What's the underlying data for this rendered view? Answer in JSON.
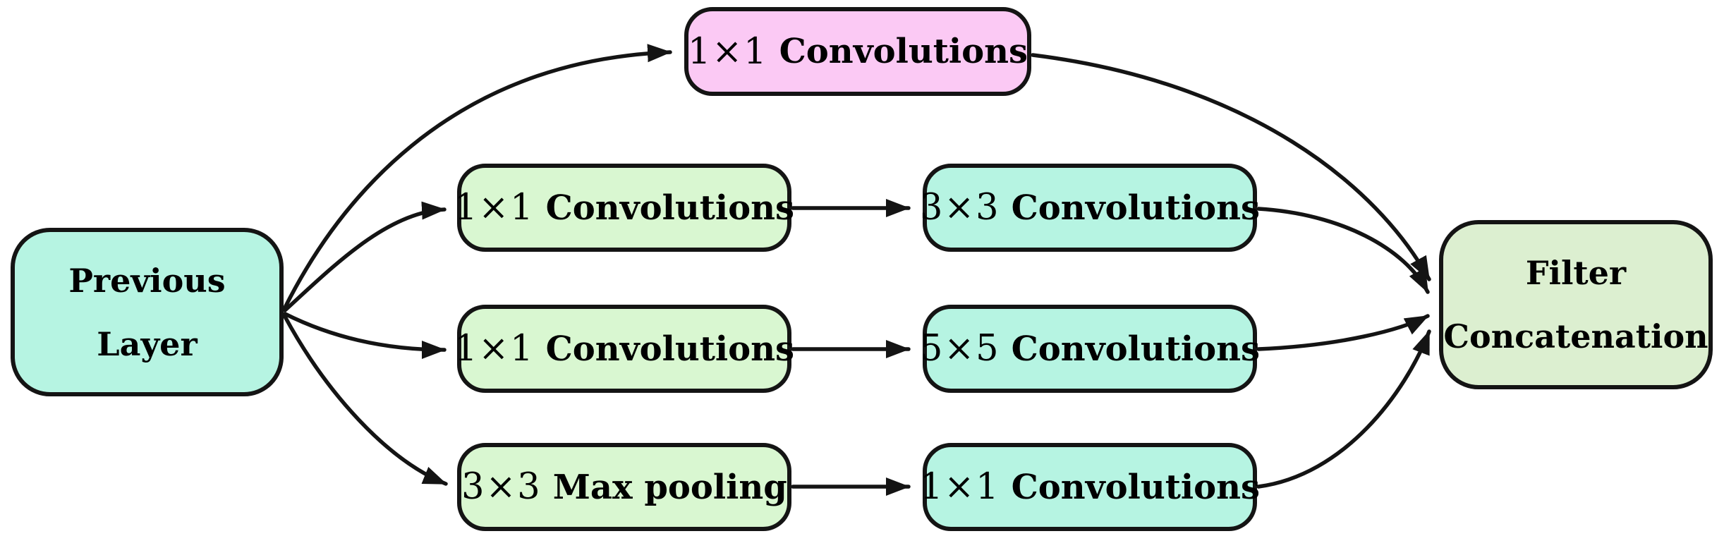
{
  "diagram": {
    "type": "flow",
    "description": "Inception module block diagram"
  },
  "colors": {
    "teal": "#b6f4e2",
    "pink": "#fbc9f4",
    "green": "#d9f7d1",
    "concat_green": "#dcefd0",
    "border": "#141414",
    "edge": "#141414",
    "background": "#ffffff"
  },
  "nodes": {
    "previous_layer": {
      "line1": "Previous",
      "line2": "Layer"
    },
    "branch_top": {
      "prefix": "1×1",
      "label": "Convolutions"
    },
    "row2_left": {
      "prefix": "1×1",
      "label": "Convolutions"
    },
    "row2_right": {
      "prefix": "3×3",
      "label": "Convolutions"
    },
    "row3_left": {
      "prefix": "1×1",
      "label": "Convolutions"
    },
    "row3_right": {
      "prefix": "5×5",
      "label": "Convolutions"
    },
    "row4_left": {
      "prefix": "3×3",
      "label": "Max pooling"
    },
    "row4_right": {
      "prefix": "1×1",
      "label": "Convolutions"
    },
    "filter_concatenation": {
      "line1": "Filter",
      "line2": "Concatenation"
    }
  },
  "edges": [
    {
      "from": "previous-layer",
      "to": "branch-top-1x1-convolutions"
    },
    {
      "from": "previous-layer",
      "to": "row2-1x1-convolutions"
    },
    {
      "from": "previous-layer",
      "to": "row3-1x1-convolutions"
    },
    {
      "from": "previous-layer",
      "to": "row4-3x3-max-pooling"
    },
    {
      "from": "row2-1x1-convolutions",
      "to": "row2-3x3-convolutions"
    },
    {
      "from": "row3-1x1-convolutions",
      "to": "row3-5x5-convolutions"
    },
    {
      "from": "row4-3x3-max-pooling",
      "to": "row4-1x1-convolutions"
    },
    {
      "from": "branch-top-1x1-convolutions",
      "to": "filter-concatenation"
    },
    {
      "from": "row2-3x3-convolutions",
      "to": "filter-concatenation"
    },
    {
      "from": "row3-5x5-convolutions",
      "to": "filter-concatenation"
    },
    {
      "from": "row4-1x1-convolutions",
      "to": "filter-concatenation"
    }
  ]
}
